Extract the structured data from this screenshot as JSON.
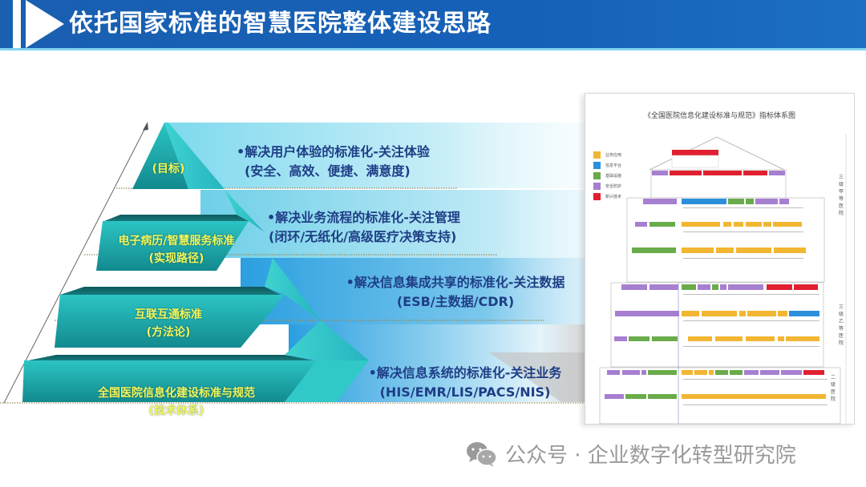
{
  "header": {
    "title": "依托国家标准的智慧医院整体建设思路"
  },
  "colors": {
    "header_bg": "#1560b8",
    "pyramid_teal": "#2bbcbc",
    "pyramid_dark": "#0f6e72",
    "label_yellow": "#f3f55a",
    "desc_navy": "#1f3e86",
    "band_light": "#a8e6f5",
    "band_blue": "#2aa3de"
  },
  "pyramid": {
    "layers": [
      {
        "label_line1": "(目标)",
        "label_line2": "",
        "desc_line1": "•解决用户体验的标准化-关注体验",
        "desc_line2": "(安全、高效、便捷、满意度)"
      },
      {
        "label_line1": "电子病历/智慧服务标准",
        "label_line2": "(实现路径)",
        "desc_line1": "•解决业务流程的标准化-关注管理",
        "desc_line2": "(闭环/无纸化/高级医疗决策支持)"
      },
      {
        "label_line1": "互联互通标准",
        "label_line2": "(方法论)",
        "desc_line1": "•解决信息集成共享的标准化-关注数据",
        "desc_line2": "(ESB/主数据/CDR)"
      },
      {
        "label_line1": "全国医院信息化建设标准与规范",
        "label_line2": "(技术体系)",
        "desc_line1": "•解决信息系统的标准化-关注业务",
        "desc_line2": "(HIS/EMR/LIS/PACS/NIS)"
      }
    ]
  },
  "diagram": {
    "title": "《全国医院信息化建设标准与规范》指标体系图",
    "legend": [
      {
        "label": "业务应用",
        "color": "#f2b632"
      },
      {
        "label": "信息平台",
        "color": "#2b8fdc"
      },
      {
        "label": "基础设施",
        "color": "#6aab4a"
      },
      {
        "label": "安全防护",
        "color": "#a77fd0"
      },
      {
        "label": "新兴技术",
        "color": "#e02030"
      }
    ],
    "side_labels": [
      "三级甲等医院",
      "三级乙等医院",
      "二级医院"
    ]
  },
  "watermark": {
    "text": "公众号 · 企业数字化转型研究院",
    "icon": "wechat-icon"
  }
}
